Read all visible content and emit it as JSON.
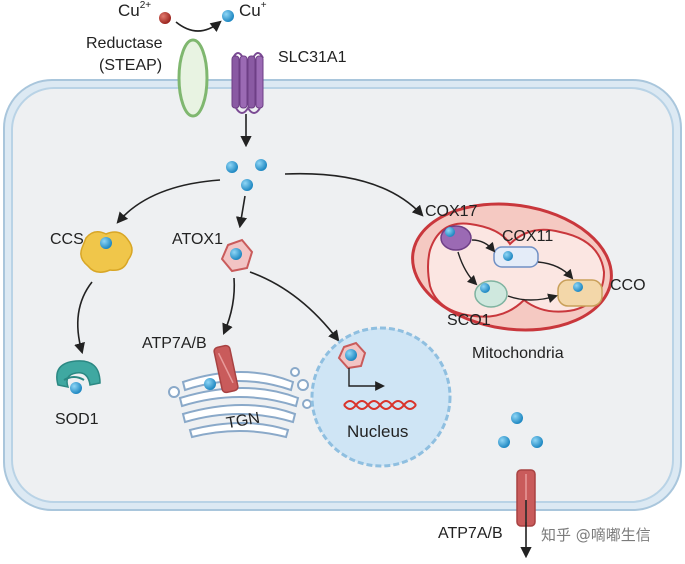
{
  "labels": {
    "cu2": "Cu",
    "cu2_sup": "2+",
    "cu1": "Cu",
    "cu1_sup": "+",
    "reductase": "Reductase",
    "steap": "(STEAP)",
    "slc31a1": "SLC31A1",
    "ccs": "CCS",
    "atox1": "ATOX1",
    "cox17": "COX17",
    "cox11": "COX11",
    "cco": "CCO",
    "sco1": "SCO1",
    "mitochondria": "Mitochondria",
    "atp7ab_tgn": "ATP7A/B",
    "tgn": "TGN",
    "nucleus": "Nucleus",
    "sod1": "SOD1",
    "atp7ab_membrane": "ATP7A/B"
  },
  "watermark": "知乎 @嘀嘟生信",
  "colors": {
    "copper_ion": "#2a9fd6",
    "cu2_ion": "#b5322c",
    "cell_border": "#b9d3e6",
    "cytoplasm": "#eef0f2",
    "slc31a1": "#8a5aa3",
    "reductase": "#8bc27a",
    "ccs": "#f0c64a",
    "atox1": "#e58a8a",
    "sod1": "#3fa8a1",
    "atp7ab": "#c95b5b",
    "mito": "#f5c9c2",
    "mito_border": "#c9373c",
    "nucleus": "#cfe5f5",
    "dna": "#d9342b"
  }
}
